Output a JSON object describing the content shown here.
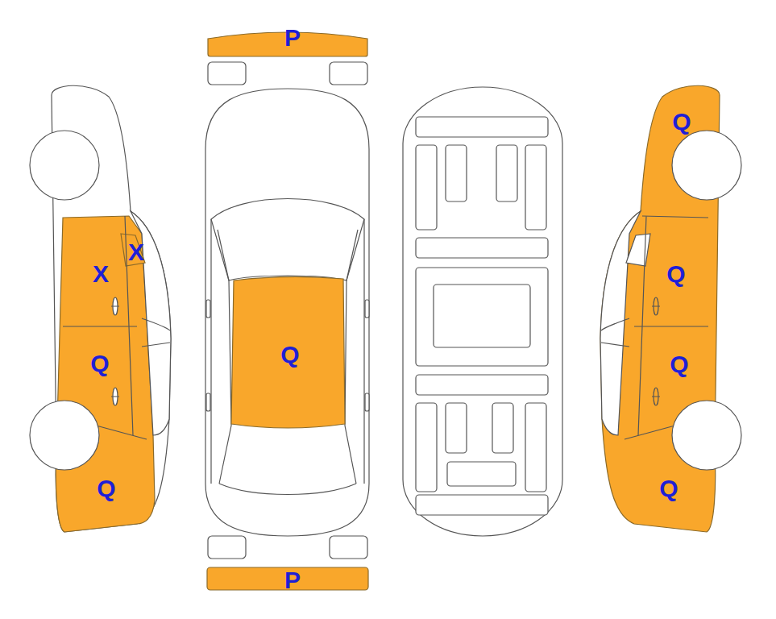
{
  "diagram": {
    "labels": [
      "P",
      "Q",
      "X",
      "X",
      "Q",
      "Q",
      "Q",
      "Q",
      "Q",
      "Q",
      "P"
    ]
  }
}
